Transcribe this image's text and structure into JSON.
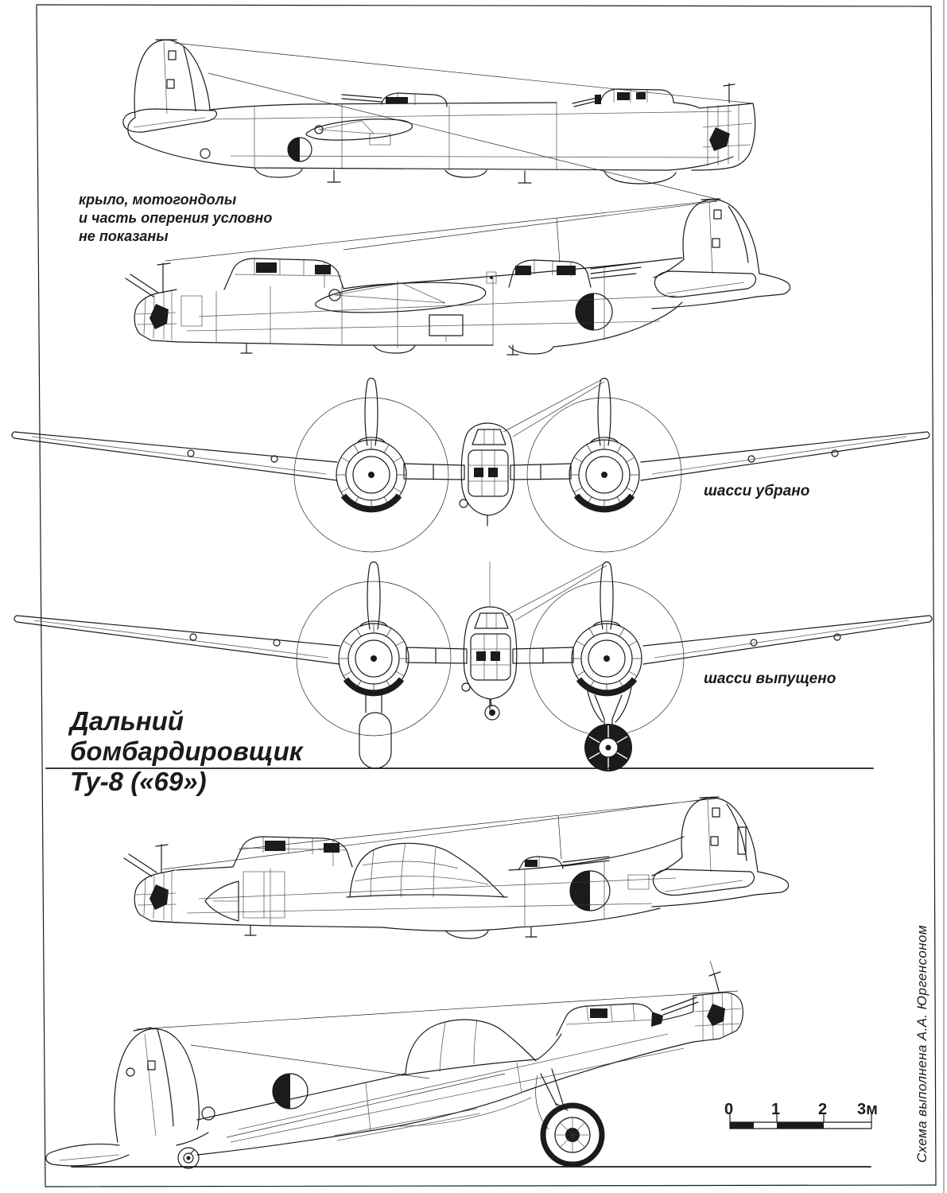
{
  "texts": {
    "note": "крыло, мотогондолы\nи часть оперения условно\nне показаны",
    "title": "Дальний\nбомбардировщик\nТу-8 («69»)",
    "gear_up": "шасси убрано",
    "gear_down": "шасси выпущено",
    "credit": "Схема выполнена А.А. Юргенсоном"
  },
  "scale_bar": {
    "labels": [
      "0",
      "1",
      "2",
      "3м"
    ]
  },
  "colors": {
    "ink": "#1b1b1b",
    "paper": "#ffffff"
  }
}
